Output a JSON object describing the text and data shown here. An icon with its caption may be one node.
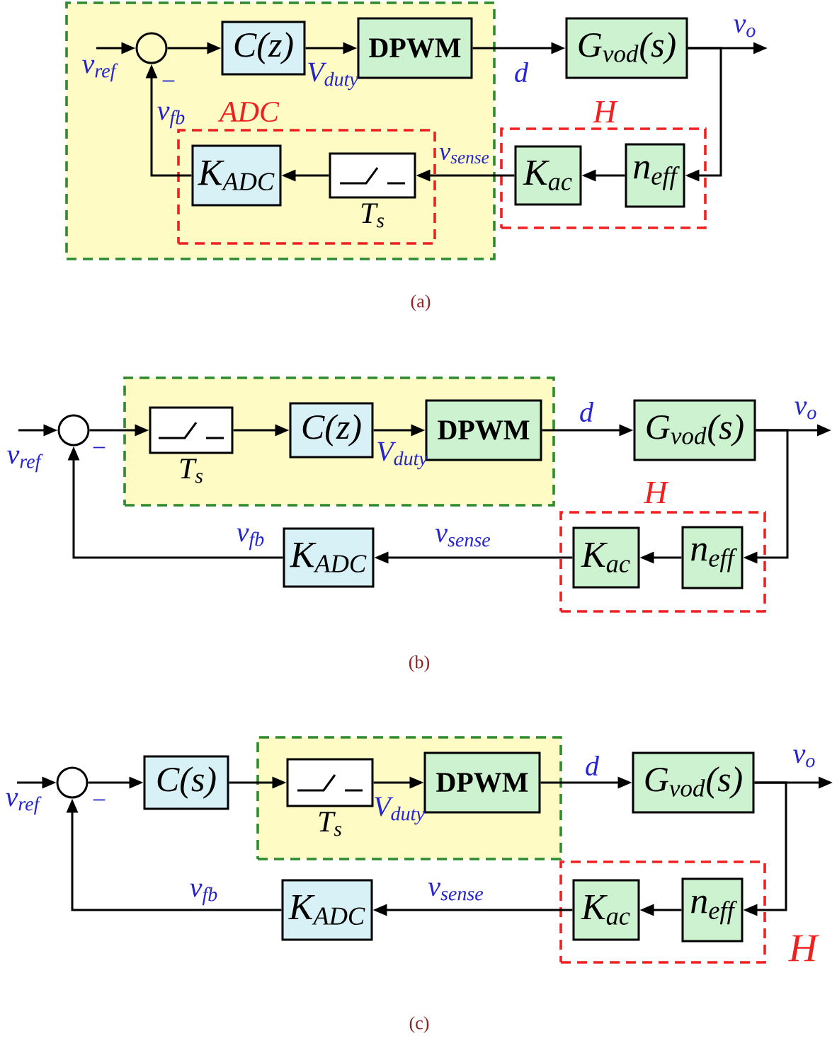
{
  "diagram": {
    "nodes": [
      {
        "text": [],
        "shape": "box"
      },
      {
        "text": [],
        "shape": "circle",
        "in": 0
      },
      {
        "text": [
          "C(z)"
        ],
        "in": 0
      },
      {
        "text": [
          "DPWM"
        ],
        "in": 0
      },
      {
        "text": [
          "ADC"
        ],
        "in": 0
      },
      {
        "text": [
          "K$_{ADC}$"
        ],
        "in": 4
      },
      {
        "text": [],
        "shape": "box",
        "beside": [
          "T$_{s}$"
        ],
        "in": 4
      },
      {
        "text": [
          "G$_{vod}$(s)"
        ]
      },
      {
        "text": [
          "H"
        ]
      },
      {
        "text": [
          "K$_{ac}$"
        ],
        "in": 8
      },
      {
        "text": [
          "n$_{eff}$"
        ],
        "in": 8
      },
      {
        "text": [],
        "shape": "circle"
      },
      {
        "text": [],
        "shape": "box"
      },
      {
        "text": [],
        "shape": "box",
        "beside": [
          "T$_{s}$"
        ],
        "in": 12
      },
      {
        "text": [
          "C(z)"
        ],
        "in": 12
      },
      {
        "text": [
          "DPWM"
        ],
        "in": 12
      },
      {
        "text": [
          "G$_{vod}$(s)"
        ]
      },
      {
        "text": [
          "K$_{ADC}$"
        ]
      },
      {
        "text": [
          "H"
        ]
      },
      {
        "text": [
          "K$_{ac}$"
        ],
        "in": 18
      },
      {
        "text": [
          "n$_{eff}$"
        ],
        "in": 18
      },
      {
        "text": [],
        "shape": "circle"
      },
      {
        "text": [
          "C(s)"
        ]
      },
      {
        "text": [],
        "shape": "box"
      },
      {
        "text": [],
        "shape": "box",
        "beside": [
          "T$_{s}$"
        ],
        "in": 23
      },
      {
        "text": [
          "DPWM"
        ],
        "in": 23
      },
      {
        "text": [
          "G$_{vod}$(s)"
        ]
      },
      {
        "text": [
          "K$_{ADC}$"
        ]
      },
      {
        "text": [
          "H"
        ]
      },
      {
        "text": [
          "K$_{ac}$"
        ],
        "in": 28
      },
      {
        "text": [
          "n$_{eff}$"
        ],
        "in": 28
      }
    ],
    "edges": [
      {
        "from": null,
        "to": 1,
        "arrow": "to",
        "label": "v$_{ref}$"
      },
      {
        "from": 1,
        "to": 2,
        "arrow": "to"
      },
      {
        "from": 2,
        "to": 3,
        "arrow": "to",
        "label": "V$_{duty}$"
      },
      {
        "from": 3,
        "to": 7,
        "arrow": "to",
        "label": "d"
      },
      {
        "from": 7,
        "to": null,
        "arrow": "to",
        "label": "v$_{o}$"
      },
      {
        "from": 7,
        "to": 10,
        "arrow": "to"
      },
      {
        "from": 10,
        "to": 9,
        "arrow": "to"
      },
      {
        "from": 9,
        "to": 6,
        "arrow": "to",
        "label": "v$_{sense}$"
      },
      {
        "from": 6,
        "to": 5,
        "arrow": "to"
      },
      {
        "from": 5,
        "to": 1,
        "arrow": "to",
        "label": "v$_{fb}$"
      },
      {
        "from": null,
        "to": 11,
        "arrow": "to",
        "label": "v$_{ref}$"
      },
      {
        "from": 11,
        "to": 13,
        "arrow": "to"
      },
      {
        "from": 13,
        "to": 14,
        "arrow": "to"
      },
      {
        "from": 14,
        "to": 15,
        "arrow": "to",
        "label": "V$_{duty}$"
      },
      {
        "from": 15,
        "to": 16,
        "arrow": "to",
        "label": "d"
      },
      {
        "from": 16,
        "to": null,
        "arrow": "to",
        "label": "v$_{o}$"
      },
      {
        "from": 16,
        "to": 20,
        "arrow": "to"
      },
      {
        "from": 20,
        "to": 19,
        "arrow": "to"
      },
      {
        "from": 19,
        "to": 17,
        "arrow": "to",
        "label": "v$_{sense}$"
      },
      {
        "from": 17,
        "to": 11,
        "arrow": "to",
        "label": "v$_{fb}$"
      },
      {
        "from": null,
        "to": 21,
        "arrow": "to",
        "label": "v$_{ref}$"
      },
      {
        "from": 21,
        "to": 22,
        "arrow": "to"
      },
      {
        "from": 22,
        "to": 24,
        "arrow": "to"
      },
      {
        "from": 24,
        "to": 25,
        "arrow": "to",
        "label": "V$_{duty}$"
      },
      {
        "from": 25,
        "to": 26,
        "arrow": "to",
        "label": "d"
      },
      {
        "from": 26,
        "to": null,
        "arrow": "to",
        "label": "v$_{o}$"
      },
      {
        "from": 26,
        "to": 30,
        "arrow": "to"
      },
      {
        "from": 30,
        "to": 29,
        "arrow": "to"
      },
      {
        "from": 29,
        "to": 27,
        "arrow": "to",
        "label": "v$_{sense}$"
      },
      {
        "from": 27,
        "to": 21,
        "arrow": "to",
        "label": "v$_{fb}$"
      }
    ],
    "labels": [
      "−",
      "(a)",
      "−",
      "(b)",
      "−",
      "(c)"
    ]
  }
}
